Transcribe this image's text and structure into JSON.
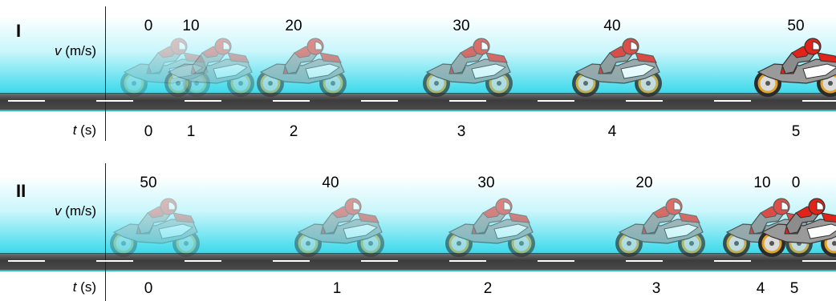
{
  "panels": [
    {
      "id": "I",
      "v_label_var": "v",
      "v_label_unit": "(m/s)",
      "t_label_var": "t",
      "t_label_unit": "(s)",
      "velocities": [
        "0",
        "10",
        "20",
        "30",
        "40",
        "50"
      ],
      "times": [
        "0",
        "1",
        "2",
        "3",
        "4",
        "5"
      ],
      "bike_opacity": [
        0.25,
        0.35,
        0.5,
        0.65,
        0.8,
        1.0
      ]
    },
    {
      "id": "II",
      "v_label_var": "v",
      "v_label_unit": "(m/s)",
      "t_label_var": "t",
      "t_label_unit": "(s)",
      "velocities": [
        "50",
        "40",
        "30",
        "20",
        "10",
        "0"
      ],
      "times": [
        "0",
        "1",
        "2",
        "3",
        "4",
        "5"
      ],
      "bike_opacity": [
        0.3,
        0.45,
        0.55,
        0.65,
        0.8,
        1.0
      ]
    }
  ],
  "colors": {
    "bike_red": "#e2231a",
    "bike_white": "#ffffff",
    "bike_body": "#9a9a9a",
    "wheel_rim": "#e0a326",
    "rider_suit": "#8c8c8c"
  },
  "icons": {
    "motorcycle": "motorcycle-icon"
  }
}
